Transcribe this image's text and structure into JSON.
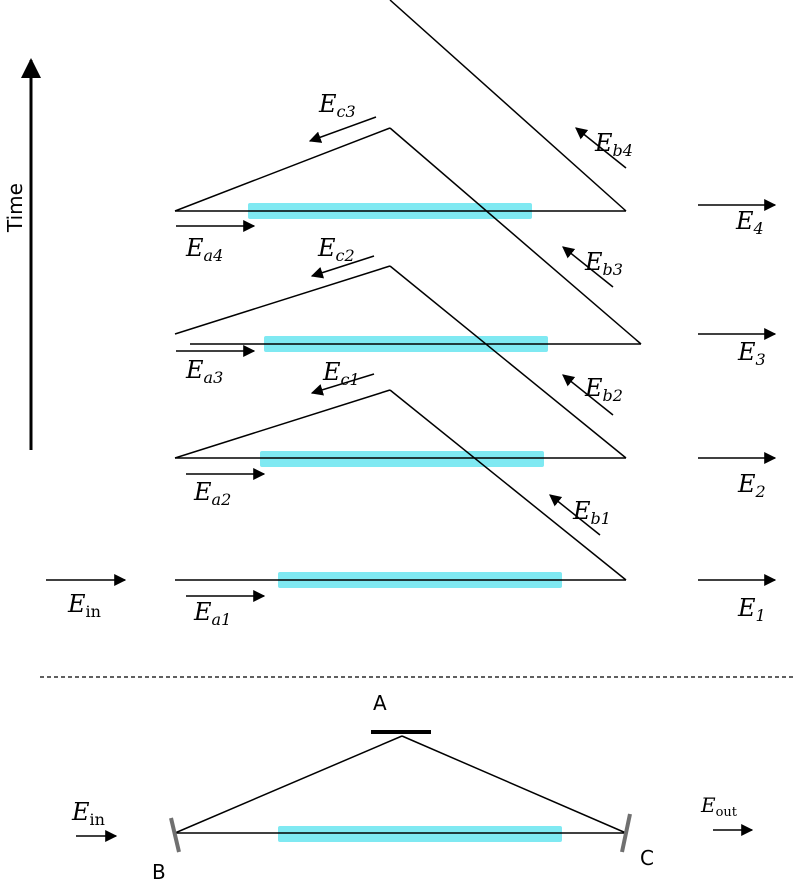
{
  "diagram": {
    "time_axis_label": "Time",
    "cavity_labels": {
      "mirror_a": "A",
      "mirror_b": "B",
      "mirror_c": "C"
    },
    "field_labels": {
      "E_in_top": {
        "main": "E",
        "sub": "in"
      },
      "E_a1": {
        "main": "E",
        "sub": "a1"
      },
      "E_a2": {
        "main": "E",
        "sub": "a2"
      },
      "E_a3": {
        "main": "E",
        "sub": "a3"
      },
      "E_a4": {
        "main": "E",
        "sub": "a4"
      },
      "E_b1": {
        "main": "E",
        "sub": "b1"
      },
      "E_b2": {
        "main": "E",
        "sub": "b2"
      },
      "E_b3": {
        "main": "E",
        "sub": "b3"
      },
      "E_b4": {
        "main": "E",
        "sub": "b4"
      },
      "E_c1": {
        "main": "E",
        "sub": "c1"
      },
      "E_c2": {
        "main": "E",
        "sub": "c2"
      },
      "E_c3": {
        "main": "E",
        "sub": "c3"
      },
      "E_1": {
        "main": "E",
        "sub": "1"
      },
      "E_2": {
        "main": "E",
        "sub": "2"
      },
      "E_3": {
        "main": "E",
        "sub": "3"
      },
      "E_4": {
        "main": "E",
        "sub": "4"
      },
      "E_in_bottom": {
        "main": "E",
        "sub": "in"
      },
      "E_out": {
        "main": "E",
        "sub": "out"
      }
    },
    "colors": {
      "line": "#000000",
      "crystal": "#7fe9f2",
      "mirror_end": "#707070"
    }
  }
}
